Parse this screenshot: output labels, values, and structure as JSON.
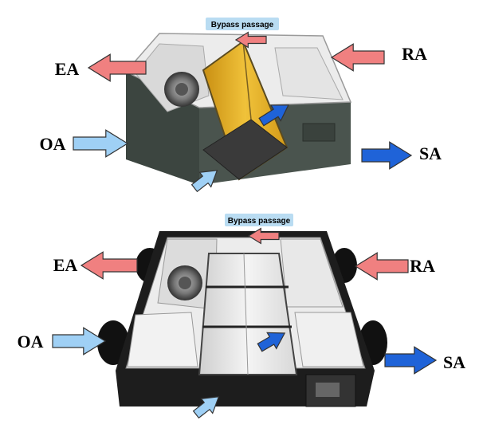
{
  "colors": {
    "exhaust_return_arrow": "#f08080",
    "outdoor_arrow": "#9fd0f5",
    "supply_arrow": "#1f63d8",
    "bypass_label_bg": "#b9dcf2",
    "core_yellow": "#e6b320",
    "housing_dark": "#3d4640",
    "panel_white": "#eeeeee"
  },
  "panels": [
    {
      "name": "top-unit",
      "bypass_label": "Bypass passage",
      "labels": {
        "ea": "EA",
        "ra": "RA",
        "oa": "OA",
        "sa": "SA"
      }
    },
    {
      "name": "bottom-unit",
      "bypass_label": "Bypass passage",
      "labels": {
        "ea": "EA",
        "ra": "RA",
        "oa": "OA",
        "sa": "SA"
      }
    }
  ]
}
